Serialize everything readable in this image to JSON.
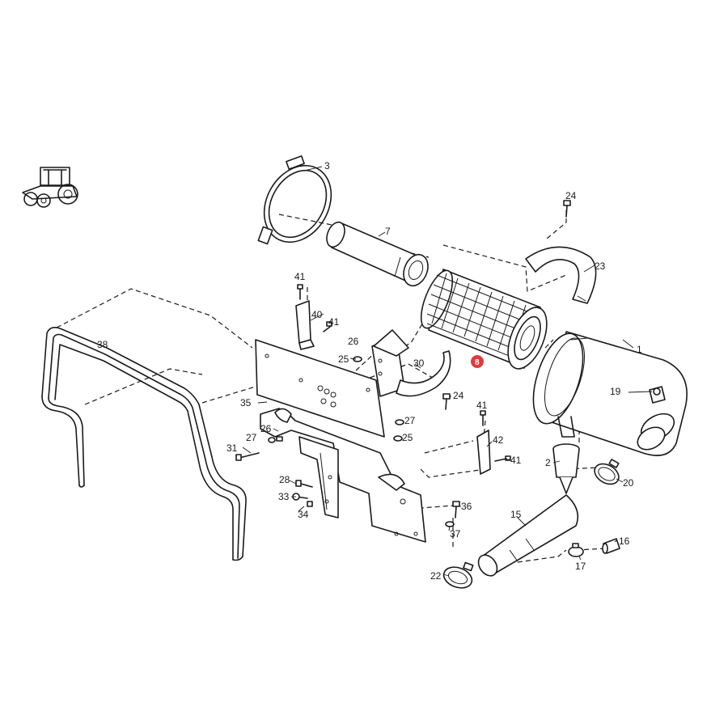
{
  "callouts": {
    "c1": "1",
    "c2": "2",
    "c3": "3",
    "c7": "7",
    "c8": "8",
    "c15": "15",
    "c16": "16",
    "c17": "17",
    "c19": "19",
    "c20": "20",
    "c22": "22",
    "c23": "23",
    "c24a": "24",
    "c24b": "24",
    "c25a": "25",
    "c25b": "25",
    "c26a": "26",
    "c26b": "26",
    "c27a": "27",
    "c27b": "27",
    "c28": "28",
    "c30": "30",
    "c31": "31",
    "c33": "33",
    "c34": "34",
    "c35": "35",
    "c36": "36",
    "c37": "37",
    "c38": "38",
    "c40": "40",
    "c41a": "41",
    "c41b": "41",
    "c41c": "41",
    "c41d": "41",
    "c42": "42"
  },
  "highlight": {
    "label": "8",
    "color": "#e03a3e"
  },
  "colors": {
    "line": "#1a1a1a",
    "background": "#ffffff"
  },
  "icons": {
    "thumbnail": "tractor-icon"
  }
}
